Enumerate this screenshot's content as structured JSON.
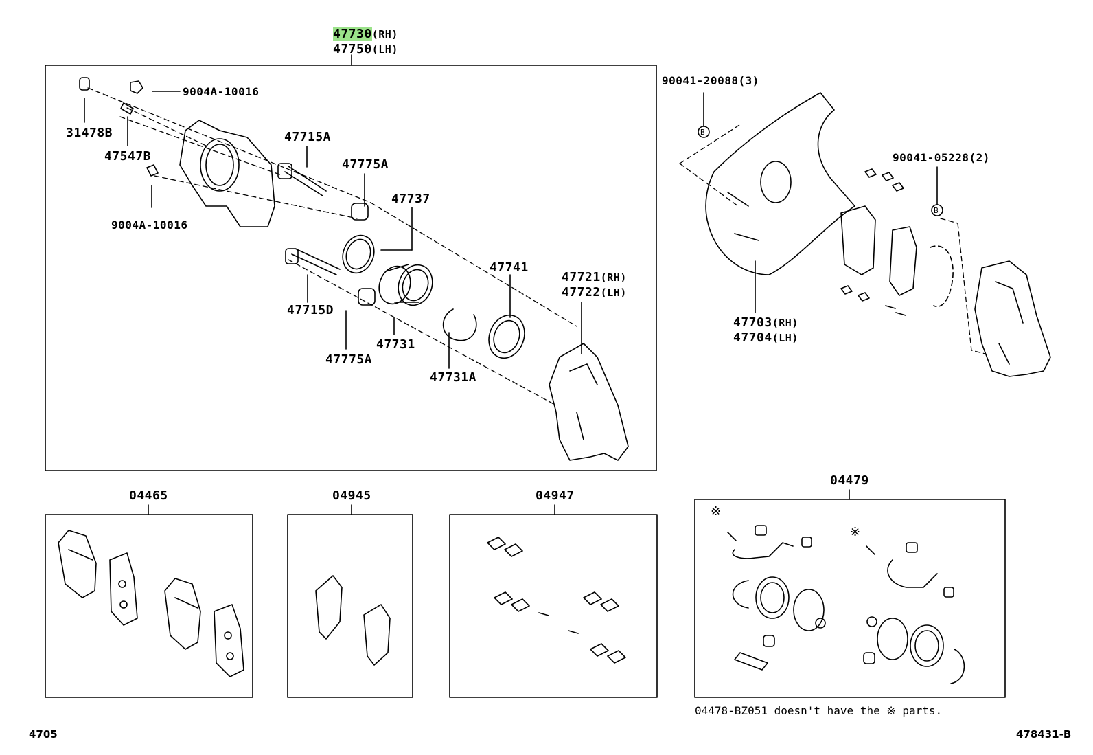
{
  "labels": {
    "p47730": "47730",
    "p47730_sfx": "(RH)",
    "p47750": "47750",
    "p47750_sfx": "(LH)",
    "p9004a_top": "9004A-10016",
    "p31478b": "31478B",
    "p47547b": "47547B",
    "p9004a_bottom": "9004A-10016",
    "p47715a": "47715A",
    "p47775a_top": "47775A",
    "p47737": "47737",
    "p47741": "47741",
    "p47721": "47721",
    "p47721_sfx": "(RH)",
    "p47722": "47722",
    "p47722_sfx": "(LH)",
    "p47715d": "47715D",
    "p47731": "47731",
    "p47775a_bottom": "47775A",
    "p47731a": "47731A",
    "p90041_20088": "90041-20088(3)",
    "p90041_05228": "90041-05228(2)",
    "p47703": "47703",
    "p47703_sfx": "(RH)",
    "p47704": "47704",
    "p47704_sfx": "(LH)",
    "kit_04465": "04465",
    "kit_04945": "04945",
    "kit_04947": "04947",
    "kit_04479": "04479",
    "ref_b1": "B",
    "ref_b2": "B",
    "mark_1": "※",
    "mark_2": "※"
  },
  "footnote": "04478-BZ051 doesn't have the ※ parts.",
  "page_code": "4705",
  "diagram_code": "478431-B",
  "colors": {
    "highlight": "#9be28a",
    "line": "#000000",
    "background": "#ffffff"
  }
}
